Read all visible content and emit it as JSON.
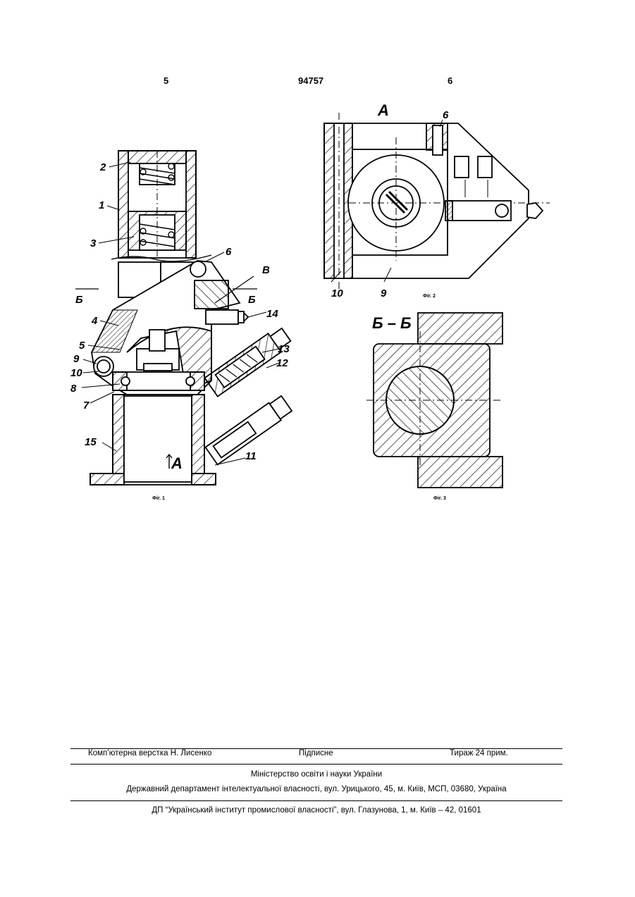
{
  "header": {
    "page_left": "5",
    "patent_number": "94757",
    "page_right": "6"
  },
  "figures": {
    "fig1": {
      "caption": "Фіг. 1",
      "labels": {
        "l1": "1",
        "l2": "2",
        "l3": "3",
        "l4": "4",
        "l5": "5",
        "l6": "6",
        "l7": "7",
        "l8": "8",
        "l9": "9",
        "l10": "10",
        "l11": "11",
        "l12": "12",
        "l13": "13",
        "l14": "14",
        "l15": "15",
        "section_b_left": "Б",
        "section_b_right": "Б",
        "view_v": "В",
        "view_a": "А"
      }
    },
    "fig2": {
      "caption": "Фіг. 2",
      "labels": {
        "view_a": "А",
        "l6": "6",
        "l9": "9",
        "l10": "10"
      }
    },
    "fig3": {
      "caption": "Фіг. 3",
      "labels": {
        "section": "Б – Б"
      }
    }
  },
  "footer": {
    "typesetting": "Комп’ютерна верстка Н. Лисенко",
    "signed": "Підписне",
    "circulation": "Тираж 24 прим.",
    "ministry": "Міністерство освіти і науки України",
    "department": "Державний департамент інтелектуальної власності, вул. Урицького, 45, м. Київ, МСП, 03680, Україна",
    "institute": "ДП “Український інститут промислової власності”, вул. Глазунова, 1, м. Київ – 42, 01601"
  }
}
